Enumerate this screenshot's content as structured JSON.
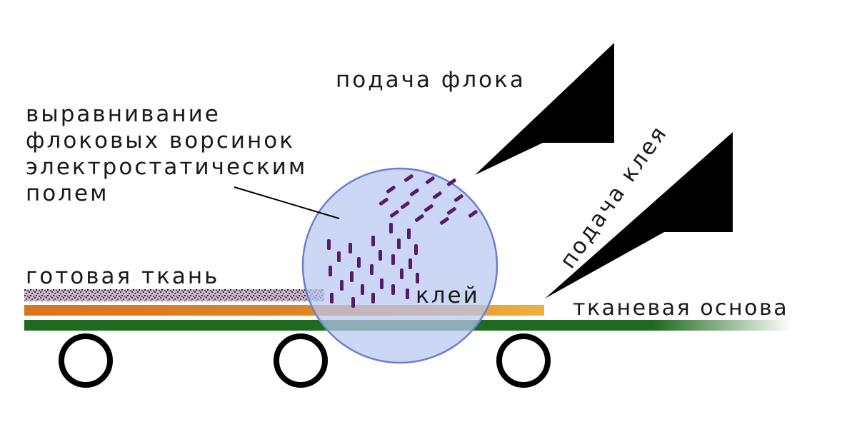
{
  "labels": {
    "flock_feed": "подача флока",
    "alignment_line1": "выравнивание",
    "alignment_line2": "флоковых ворсинок",
    "alignment_line3": "электростатическим",
    "alignment_line4": "полем",
    "finished_fabric": "готовая ткань",
    "glue": "клей",
    "glue_feed": "подача клея",
    "fabric_base": "тканевая основа"
  },
  "colors": {
    "glue_layer": "#d9731f",
    "base_layer": "#1e6b1e",
    "field_circle": "#b8c8f2",
    "flock_fibers": "#5a1a6b",
    "hopper": "#000000"
  },
  "icons": {
    "roller": "circle-outline",
    "hopper": "black-wedge"
  }
}
